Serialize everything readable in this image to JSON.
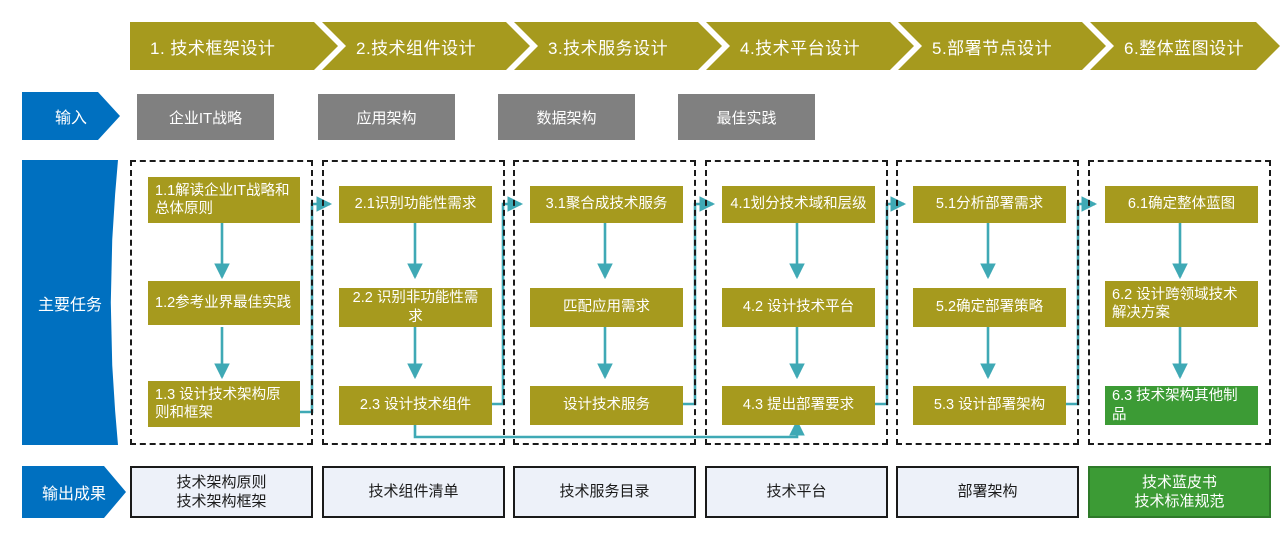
{
  "colors": {
    "phase": "#A69A1E",
    "task": "#A69A1E",
    "accent_blue": "#0070C0",
    "input_gray": "#808080",
    "highlight_green": "#3C9B35",
    "connector": "#3FA9B5",
    "output_fill": "#EDF1F9"
  },
  "phases": [
    {
      "label": "1. 技术框架设计"
    },
    {
      "label": "2.技术组件设计"
    },
    {
      "label": "3.技术服务设计"
    },
    {
      "label": "4.技术平台设计"
    },
    {
      "label": "5.部署节点设计"
    },
    {
      "label": "6.整体蓝图设计"
    }
  ],
  "rows": {
    "input_label": "输入",
    "tasks_label": "主要任务",
    "output_label": "输出成果"
  },
  "inputs": [
    {
      "label": "企业IT战略"
    },
    {
      "label": "应用架构"
    },
    {
      "label": "数据架构"
    },
    {
      "label": "最佳实践"
    }
  ],
  "columns": [
    {
      "tasks": [
        {
          "id": "1.1",
          "label": "1.1解读企业IT战略和总体原则",
          "align": "left",
          "green": false
        },
        {
          "id": "1.2",
          "label": "1.2参考业界最佳实践",
          "align": "left",
          "green": false
        },
        {
          "id": "1.3",
          "label": "1.3 设计技术架构原则和框架",
          "align": "left",
          "green": false
        }
      ],
      "output": "技术架构原则\n技术架构框架",
      "output_green": false
    },
    {
      "tasks": [
        {
          "id": "2.1",
          "label": "2.1识别功能性需求",
          "align": "center",
          "green": false
        },
        {
          "id": "2.2",
          "label": "2.2 识别非功能性需求",
          "align": "center",
          "green": false
        },
        {
          "id": "2.3",
          "label": "2.3 设计技术组件",
          "align": "center",
          "green": false
        }
      ],
      "output": "技术组件清单",
      "output_green": false
    },
    {
      "tasks": [
        {
          "id": "3.1",
          "label": "3.1聚合成技术服务",
          "align": "center",
          "green": false
        },
        {
          "id": "3.2",
          "label": "匹配应用需求",
          "align": "center",
          "green": false
        },
        {
          "id": "3.3",
          "label": "设计技术服务",
          "align": "center",
          "green": false
        }
      ],
      "output": "技术服务目录",
      "output_green": false
    },
    {
      "tasks": [
        {
          "id": "4.1",
          "label": "4.1划分技术域和层级",
          "align": "center",
          "green": false
        },
        {
          "id": "4.2",
          "label": "4.2 设计技术平台",
          "align": "center",
          "green": false
        },
        {
          "id": "4.3",
          "label": "4.3 提出部署要求",
          "align": "center",
          "green": false
        }
      ],
      "output": "技术平台",
      "output_green": false
    },
    {
      "tasks": [
        {
          "id": "5.1",
          "label": "5.1分析部署需求",
          "align": "center",
          "green": false
        },
        {
          "id": "5.2",
          "label": "5.2确定部署策略",
          "align": "center",
          "green": false
        },
        {
          "id": "5.3",
          "label": "5.3 设计部署架构",
          "align": "center",
          "green": false
        }
      ],
      "output": "部署架构",
      "output_green": false
    },
    {
      "tasks": [
        {
          "id": "6.1",
          "label": "6.1确定整体蓝图",
          "align": "center",
          "green": false
        },
        {
          "id": "6.2",
          "label": "6.2 设计跨领域技术解决方案",
          "align": "left",
          "green": false
        },
        {
          "id": "6.3",
          "label": "6.3 技术架构其他制品",
          "align": "left",
          "green": true
        }
      ],
      "output": "技术蓝皮书\n技术标准规范",
      "output_green": true
    }
  ]
}
